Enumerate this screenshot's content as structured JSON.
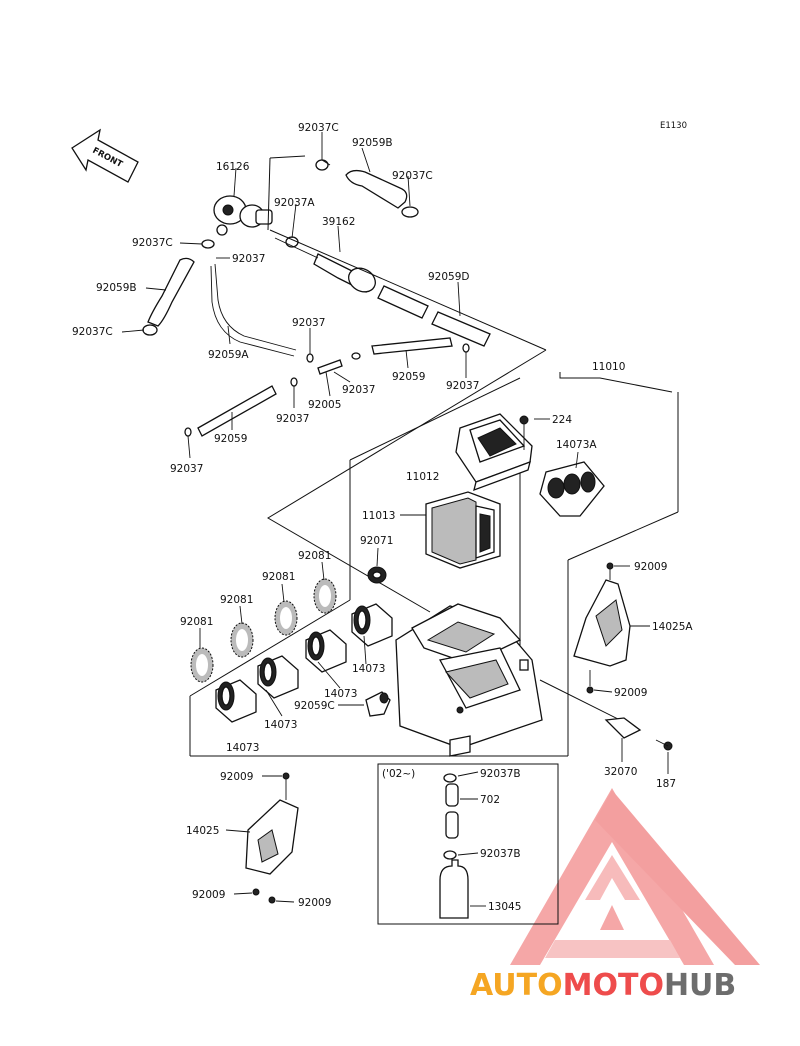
{
  "diagram": {
    "code": "E1130",
    "front_label": "FRONT",
    "box_note": "('02~)",
    "labels": {
      "p92037C_a": "92037C",
      "p92059B_a": "92059B",
      "p92037C_b": "92037C",
      "p16126": "16126",
      "p92037A": "92037A",
      "p39162": "39162",
      "p92037C_c": "92037C",
      "p92037_a": "92037",
      "p92059B_b": "92059B",
      "p92059D": "92059D",
      "p92037C_d": "92037C",
      "p92037_b": "92037",
      "p92059A": "92059A",
      "p92059_a": "92059",
      "p92037_c": "92037",
      "p92037_d": "92037",
      "p92005": "92005",
      "p92037_e": "92037",
      "p92059_b": "92059",
      "p92037_f": "92037",
      "p11010": "11010",
      "p224": "224",
      "p14073A": "14073A",
      "p11012": "11012",
      "p11013": "11013",
      "p92071": "92071",
      "p92081_a": "92081",
      "p92081_b": "92081",
      "p92081_c": "92081",
      "p92081_d": "92081",
      "p92009_a": "92009",
      "p14025A": "14025A",
      "p14073_a": "14073",
      "p14073_b": "14073",
      "p92059C": "92059C",
      "p14073_c": "14073",
      "p92009_b": "92009",
      "p14073_d": "14073",
      "p32070": "32070",
      "p187": "187",
      "p92009_c": "92009",
      "p92037B_a": "92037B",
      "p702": "702",
      "p14025": "14025",
      "p92037B_b": "92037B",
      "p92009_d": "92009",
      "p92009_e": "92009",
      "p13045": "13045"
    }
  },
  "watermark": {
    "part1": "AUTO",
    "part2": "MOTO",
    "part3": "HUB",
    "colors": {
      "orange": "#f5a623",
      "red": "#ee4c4c",
      "grey": "#6d6d6d"
    }
  }
}
